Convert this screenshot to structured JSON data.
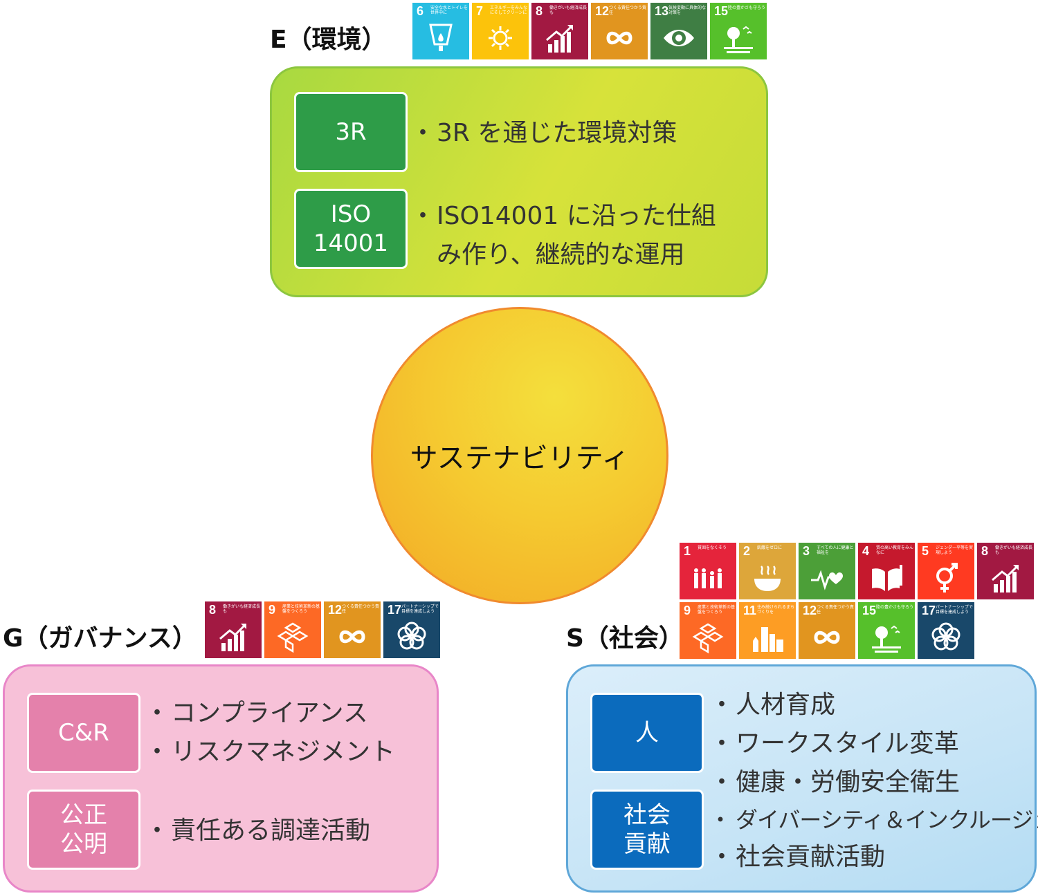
{
  "center": {
    "label": "サステナビリティ"
  },
  "environment": {
    "heading": "E（環境）",
    "rows": [
      {
        "label": "3R",
        "bullets": [
          "3R を通じた環境対策"
        ]
      },
      {
        "label": "ISO\n14001",
        "bullets": [
          "ISO14001 に沿った仕組み作り、継続的な運用"
        ]
      }
    ],
    "sdgs": [
      {
        "number": "6",
        "caption": "安全な水とトイレを世界中に",
        "color": "#26bde2",
        "icon": "water-icon"
      },
      {
        "number": "7",
        "caption": "エネルギーをみんなにそしてクリーンに",
        "color": "#fcc30b",
        "icon": "sun-power-icon"
      },
      {
        "number": "8",
        "caption": "働きがいも経済成長も",
        "color": "#a21942",
        "icon": "growth-chart-icon"
      },
      {
        "number": "12",
        "caption": "つくる責任つかう責任",
        "color": "#e1951f",
        "icon": "infinity-icon"
      },
      {
        "number": "13",
        "caption": "気候変動に具体的な対策を",
        "color": "#3f7e44",
        "icon": "eye-globe-icon"
      },
      {
        "number": "15",
        "caption": "陸の豊かさも守ろう",
        "color": "#56c02b",
        "icon": "tree-icon"
      }
    ]
  },
  "governance": {
    "heading": "G（ガバナンス）",
    "rows": [
      {
        "label": "C&R",
        "bullets": [
          "コンプライアンス",
          "リスクマネジメント"
        ]
      },
      {
        "label": "公正\n公明",
        "bullets": [
          "責任ある調達活動"
        ]
      }
    ],
    "sdgs": [
      {
        "number": "8",
        "caption": "働きがいも経済成長も",
        "color": "#a21942",
        "icon": "growth-chart-icon"
      },
      {
        "number": "9",
        "caption": "産業と技術革新の基盤をつくろう",
        "color": "#fd6925",
        "icon": "cubes-icon"
      },
      {
        "number": "12",
        "caption": "つくる責任つかう責任",
        "color": "#e1951f",
        "icon": "infinity-icon"
      },
      {
        "number": "17",
        "caption": "パートナーシップで目標を達成しよう",
        "color": "#19486a",
        "icon": "flower-rings-icon"
      }
    ]
  },
  "social": {
    "heading": "S（社会）",
    "rows": [
      {
        "label": "人"
      },
      {
        "label": "社会\n貢献"
      }
    ],
    "bullets": [
      "人材育成",
      "ワークスタイル変革",
      "健康・労働安全衛生",
      "ダイバーシティ＆インクルージョン",
      "社会貢献活動"
    ],
    "sdgs": [
      {
        "number": "1",
        "caption": "貧困をなくそう",
        "color": "#e5243b",
        "icon": "family-icon"
      },
      {
        "number": "2",
        "caption": "飢餓をゼロに",
        "color": "#dda63a",
        "icon": "bowl-icon"
      },
      {
        "number": "3",
        "caption": "すべての人に健康と福祉を",
        "color": "#4c9f38",
        "icon": "heartbeat-icon"
      },
      {
        "number": "4",
        "caption": "質の高い教育をみんなに",
        "color": "#c5192d",
        "icon": "book-icon"
      },
      {
        "number": "5",
        "caption": "ジェンダー平等を実現しよう",
        "color": "#ff3a21",
        "icon": "gender-icon"
      },
      {
        "number": "8",
        "caption": "働きがいも経済成長も",
        "color": "#a21942",
        "icon": "growth-chart-icon"
      },
      {
        "number": "9",
        "caption": "産業と技術革新の基盤をつくろう",
        "color": "#fd6925",
        "icon": "cubes-icon"
      },
      {
        "number": "11",
        "caption": "住み続けられるまちづくりを",
        "color": "#fd9d24",
        "icon": "city-icon"
      },
      {
        "number": "12",
        "caption": "つくる責任つかう責任",
        "color": "#e1951f",
        "icon": "infinity-icon"
      },
      {
        "number": "15",
        "caption": "陸の豊かさも守ろう",
        "color": "#56c02b",
        "icon": "tree-icon"
      },
      {
        "number": "17",
        "caption": "パートナーシップで目標を達成しよう",
        "color": "#19486a",
        "icon": "flower-rings-icon"
      }
    ]
  }
}
